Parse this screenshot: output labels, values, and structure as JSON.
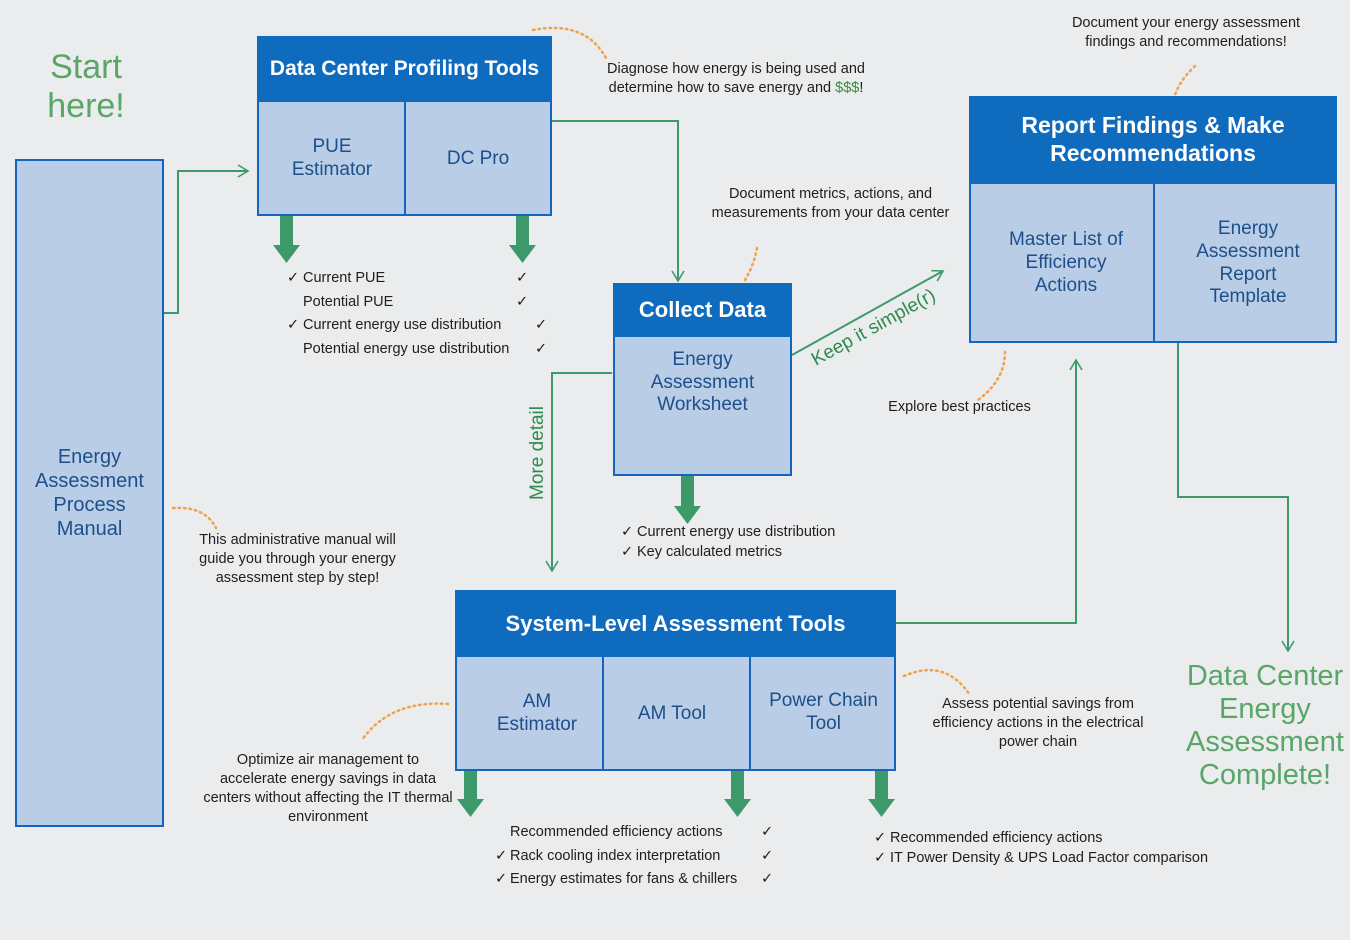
{
  "start_label": {
    "line1": "Start",
    "line2": "here!"
  },
  "manual_box": {
    "label": "Energy Assessment Process Manual"
  },
  "manual_note": "This administrative manual will guide you through your energy assessment step by step!",
  "profiling": {
    "title": "Data Center Profiling Tools",
    "tools": [
      "PUE Estimator",
      "DC Pro"
    ],
    "outputs": [
      {
        "text": "Current PUE",
        "left_check": true,
        "right_check": true
      },
      {
        "text": "Potential PUE",
        "left_check": false,
        "right_check": true
      },
      {
        "text": "Current energy use distribution",
        "left_check": true,
        "right_check": true
      },
      {
        "text": "Potential energy use distribution",
        "left_check": false,
        "right_check": true
      }
    ],
    "note_main": "Diagnose how energy is being used and determine how to save energy and",
    "note_money": "$$$",
    "note_end": "!"
  },
  "collect": {
    "title": "Collect Data",
    "item": "Energy Assessment Worksheet",
    "note": "Document metrics, actions, and measurements from your data center",
    "outputs": [
      "Current energy use distribution",
      "Key calculated metrics"
    ]
  },
  "report": {
    "title": "Report Findings & Make Recommendations",
    "items": [
      "Master List of Efficiency Actions",
      "Energy Assessment Report Template"
    ],
    "note_top": "Document your energy assessment findings and recommendations!",
    "note_best": "Explore best practices"
  },
  "system": {
    "title": "System-Level Assessment Tools",
    "tools": [
      "AM Estimator",
      "AM Tool",
      "Power Chain Tool"
    ],
    "am_note": "Optimize air management to accelerate energy savings in data centers without affecting the IT thermal environment",
    "power_note": "Assess potential savings from efficiency actions in the electrical power chain",
    "am_outputs": [
      {
        "text": "Recommended efficiency actions",
        "left_check": false,
        "right_check": true
      },
      {
        "text": "Rack cooling index interpretation",
        "left_check": true,
        "right_check": true
      },
      {
        "text": "Energy estimates for fans & chillers",
        "left_check": true,
        "right_check": true
      }
    ],
    "power_outputs": [
      "Recommended efficiency actions",
      "IT Power Density & UPS Load Factor comparison"
    ]
  },
  "path_labels": {
    "more_detail": "More detail",
    "keep_simple": "Keep it simple(r)"
  },
  "complete_label": "Data Center Energy Assessment Complete!",
  "check_mark": "✓",
  "colors": {
    "box_fill": "#b9cde6",
    "box_border": "#1565c0",
    "header": "#0e6bbd",
    "green": "#5aa667",
    "arrow_green": "#3c9a6a",
    "dots": "#f0a24a"
  }
}
